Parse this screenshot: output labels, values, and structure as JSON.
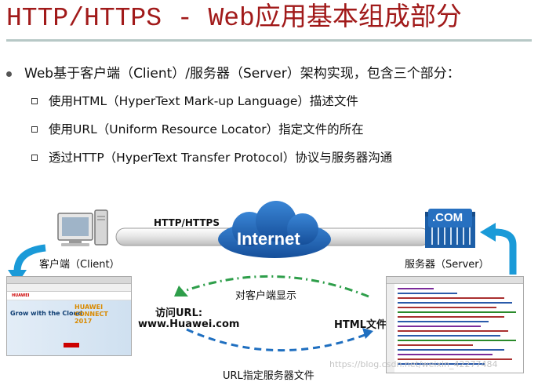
{
  "title": "HTTP/HTTPS - Web应用基本组成部分",
  "intro": "Web基于客户端（Client）/服务器（Server）架构实现，包含三个部分：",
  "items": [
    "使用HTML（HyperText Mark-up Language）描述文件",
    "使用URL（Uniform Resource Locator）指定文件的所在",
    "透过HTTP（HyperText Transfer Protocol）协议与服务器沟通"
  ],
  "diagram": {
    "protocol_label": "HTTP/HTTPS",
    "internet_label": "Internet",
    "server_badge": ".COM",
    "client_label": "客户端（Client）",
    "server_label": "服务器（Server）",
    "display_label": "对客户端显示",
    "visit_label": "访问URL:",
    "visit_url": "www.Huawei.com",
    "html_file_label": "HTML文件",
    "url_file_label": "URL指定服务器文件",
    "browser_brand": "HUAWEI",
    "browser_headline": "Grow with the Cloud",
    "browser_event": "HUAWEI CONNECT 2017",
    "watermark": "https://blog.csdn.net/weixin_42277484"
  },
  "colors": {
    "title": "#a11a1a",
    "cloud": "#1f5fb0",
    "arrow_blue": "#1a9ad8",
    "dashed_green": "#2e9e4a",
    "dashed_blue": "#1f6fc0"
  }
}
